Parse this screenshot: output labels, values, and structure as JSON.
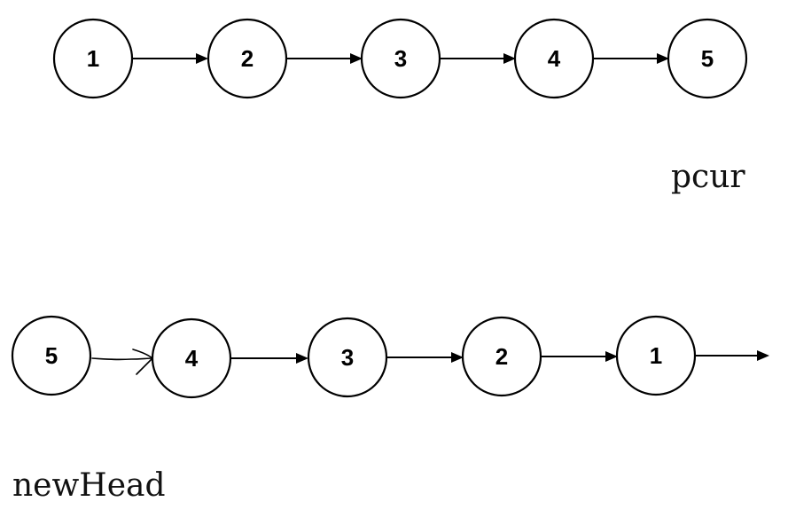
{
  "top_list": {
    "nodes": [
      "1",
      "2",
      "3",
      "4",
      "5"
    ],
    "pointer_label": "pcur"
  },
  "bottom_list": {
    "nodes": [
      "5",
      "4",
      "3",
      "2",
      "1"
    ],
    "pointer_label": "newHead"
  },
  "colors": {
    "stroke": "#000000",
    "background": "#ffffff"
  }
}
